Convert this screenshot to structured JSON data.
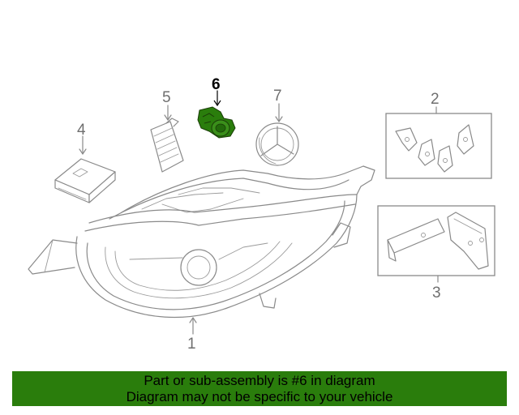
{
  "callouts": {
    "c1": "1",
    "c2": "2",
    "c3": "3",
    "c4": "4",
    "c5": "5",
    "c6": "6",
    "c7": "7"
  },
  "highlight_color": "#2a7d0c",
  "footer": {
    "line1": "Part or sub-assembly is #6 in diagram",
    "line2": "Diagram may not be specific to your vehicle"
  }
}
